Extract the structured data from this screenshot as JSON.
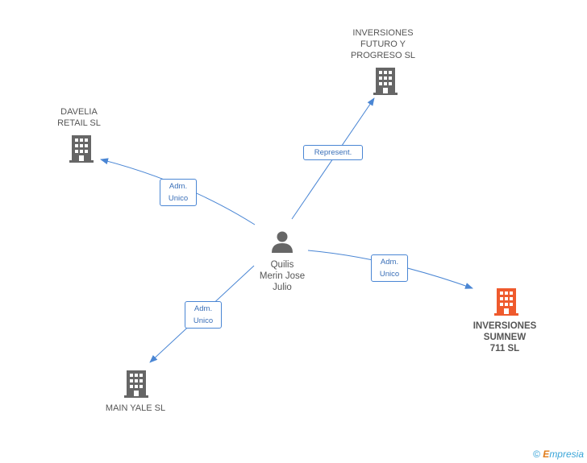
{
  "nodes": {
    "futuro": {
      "label": "INVERSIONES\nFUTURO Y\nPROGRESO SL",
      "icon": "building-icon",
      "color": "#666666"
    },
    "davelia": {
      "label": "DAVELIA\nRETAIL SL",
      "icon": "building-icon",
      "color": "#666666"
    },
    "person": {
      "label": "Quilis\nMerin Jose\nJulio",
      "icon": "person-icon",
      "color": "#666666"
    },
    "sumnew": {
      "label": "INVERSIONES\nSUMNEW\n711 SL",
      "icon": "building-icon",
      "color": "#ef5a2d"
    },
    "mainyale": {
      "label": "MAIN YALE SL",
      "icon": "building-icon",
      "color": "#666666"
    }
  },
  "edges": {
    "to_futuro": {
      "label": "Represent."
    },
    "to_davelia": {
      "label": "Adm.\nUnico"
    },
    "to_sumnew": {
      "label": "Adm.\nUnico"
    },
    "to_mainyale": {
      "label": "Adm.\nUnico"
    }
  },
  "edge_color": "#4a86d4",
  "footer": {
    "copyright": "©",
    "brand_first": "E",
    "brand_rest": "mpresia"
  }
}
